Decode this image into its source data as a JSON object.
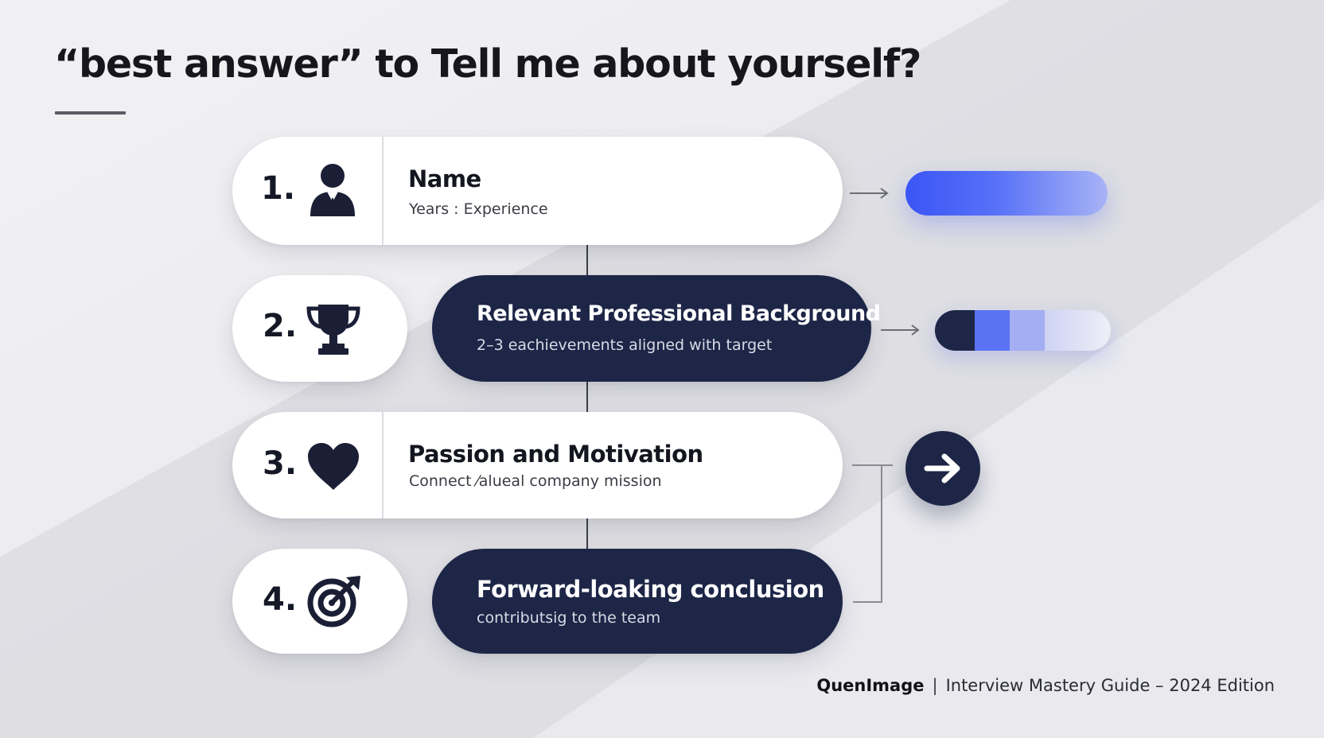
{
  "title": "“best answer” to Tell me about yourself?",
  "steps": [
    {
      "number": "1.",
      "icon": "person-icon",
      "title": "Name",
      "subtitle": "Years : Experience",
      "style": "light"
    },
    {
      "number": "2.",
      "icon": "trophy-icon",
      "title": "Relevant Professional Background",
      "subtitle": "2–3  eachievements aligned with target",
      "style": "dark"
    },
    {
      "number": "3.",
      "icon": "heart-icon",
      "title": "Passion and Motivation",
      "subtitle": "Connect ⁄alueal  company mission",
      "style": "light"
    },
    {
      "number": "4.",
      "icon": "target-icon",
      "title": "Forward-loaking conclusion",
      "subtitle": "contributsig to the team",
      "style": "dark"
    }
  ],
  "side_elements": {
    "gradient_bar_icon": "gradient-bar",
    "segmented_bar_icon": "segmented-progress-bar",
    "circle_icon": "arrow-right-icon"
  },
  "colors": {
    "navy": "#1d2647",
    "accent_blue": "#3a55f6",
    "light_blue": "#a8b4f6",
    "background": "#eeeef2"
  },
  "footer": {
    "brand": "QuenImage",
    "separator": "|",
    "text": "Interview Mastery Guide – 2024 Edition"
  }
}
